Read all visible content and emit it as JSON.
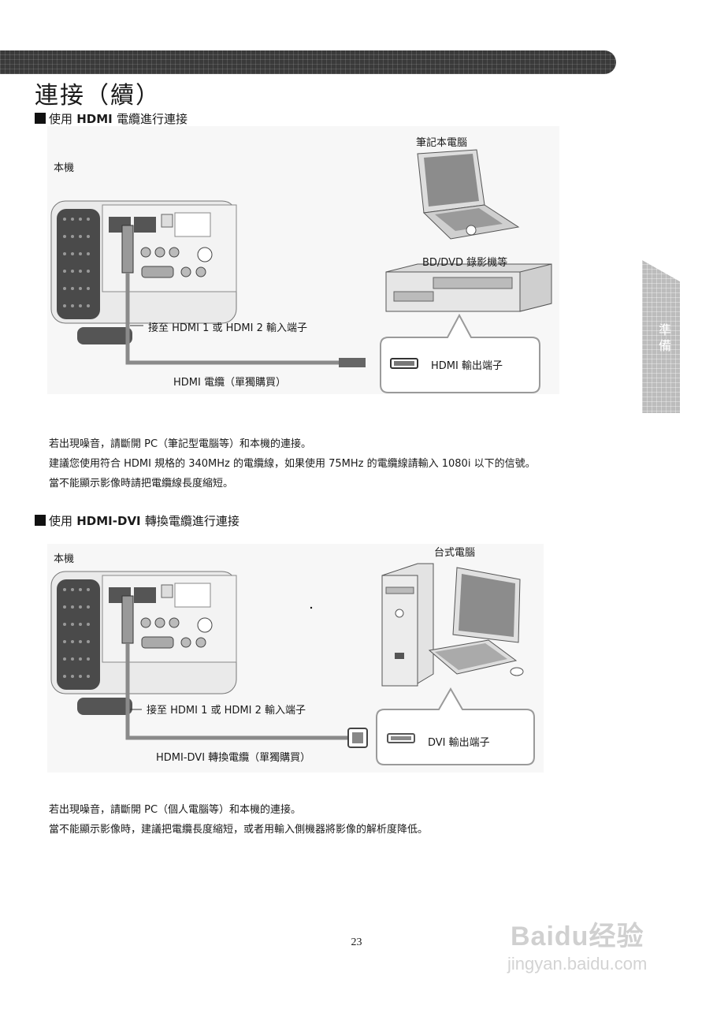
{
  "section": {
    "title": "連接（續）"
  },
  "side_tab": {
    "label": "準備"
  },
  "hdmi_section": {
    "heading_prefix": "使用",
    "heading_bold": "HDMI",
    "heading_suffix": "電纜進行連接",
    "unit_label": "本機",
    "laptop_label": "筆記本電腦",
    "recorder_label": "BD/DVD 錄影機等",
    "connect_label": "接至 HDMI 1 或 HDMI 2 輸入端子",
    "cable_label": "HDMI 電纜（單獨購買）",
    "output_label": "HDMI 輸出端子",
    "notes": [
      "若出現噪音，請斷開 PC（筆記型電腦等）和本機的連接。",
      "建議您使用符合 HDMI 規格的 340MHz 的電纜線，如果使用 75MHz 的電纜線請輸入 1080i 以下的信號。",
      "當不能顯示影像時請把電纜線長度縮短。"
    ]
  },
  "dvi_section": {
    "heading_prefix": "使用",
    "heading_bold": "HDMI-DVI",
    "heading_suffix": "轉換電纜進行連接",
    "unit_label": "本機",
    "desktop_label": "台式電腦",
    "connect_label": "接至 HDMI 1 或 HDMI 2 輸入端子",
    "cable_label": "HDMI-DVI 轉換電纜（單獨購買）",
    "output_label": "DVI 輸出端子",
    "notes": [
      "若出現噪音，請斷開 PC（個人電腦等）和本機的連接。",
      "當不能顯示影像時，建議把電纜長度縮短，或者用輸入側機器將影像的解析度降低。"
    ]
  },
  "footer": {
    "page_number": "23",
    "watermark_logo": "Baidu经验",
    "watermark_url": "jingyan.baidu.com"
  }
}
